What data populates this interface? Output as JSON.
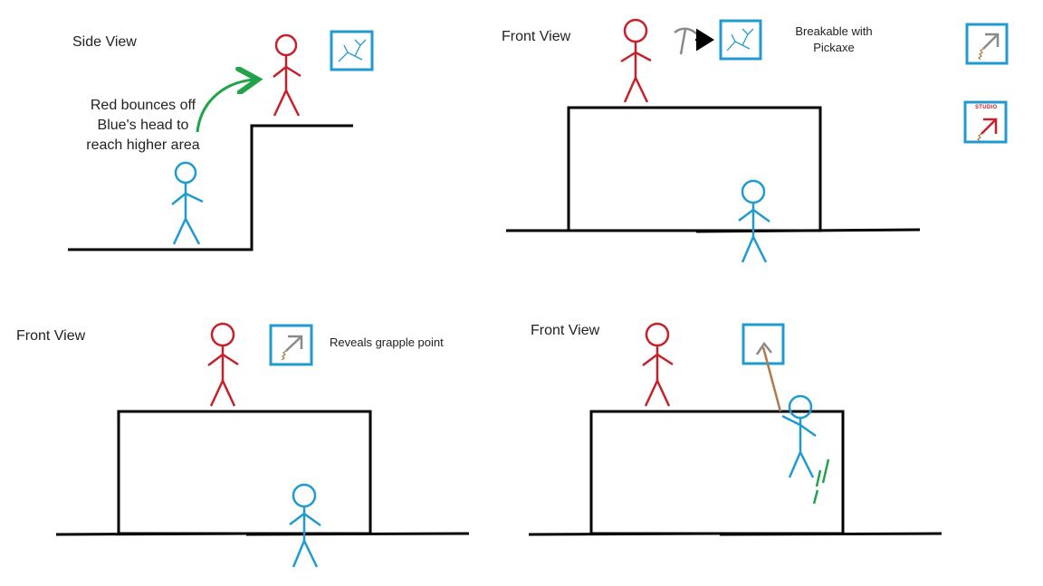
{
  "panels": {
    "side": {
      "title": "Side View",
      "annotation_lines": [
        "Red bounces off",
        "Blue's head to",
        "reach higher area"
      ]
    },
    "front1": {
      "title": "Front View",
      "annotation_lines": [
        "Breakable with",
        "Pickaxe"
      ],
      "logo_text": "STUDIO"
    },
    "front2": {
      "title": "Front View",
      "annotation": "Reveals grapple point"
    },
    "front3": {
      "title": "Front View"
    }
  },
  "colors": {
    "red_player": "#c8202a",
    "blue_player": "#1f9bd1",
    "ground": "#000000",
    "green_arrow": "#22a34a",
    "grapple_rope": "#b07a50",
    "arrow_gray": "#8a8a8a",
    "box_border": "#1f9bd1"
  },
  "icons": {
    "crack_block": "cracked-block-icon",
    "grapple_block": "grapple-point-block-icon",
    "pickaxe": "pickaxe-icon",
    "arrow": "arrow-right-icon"
  }
}
